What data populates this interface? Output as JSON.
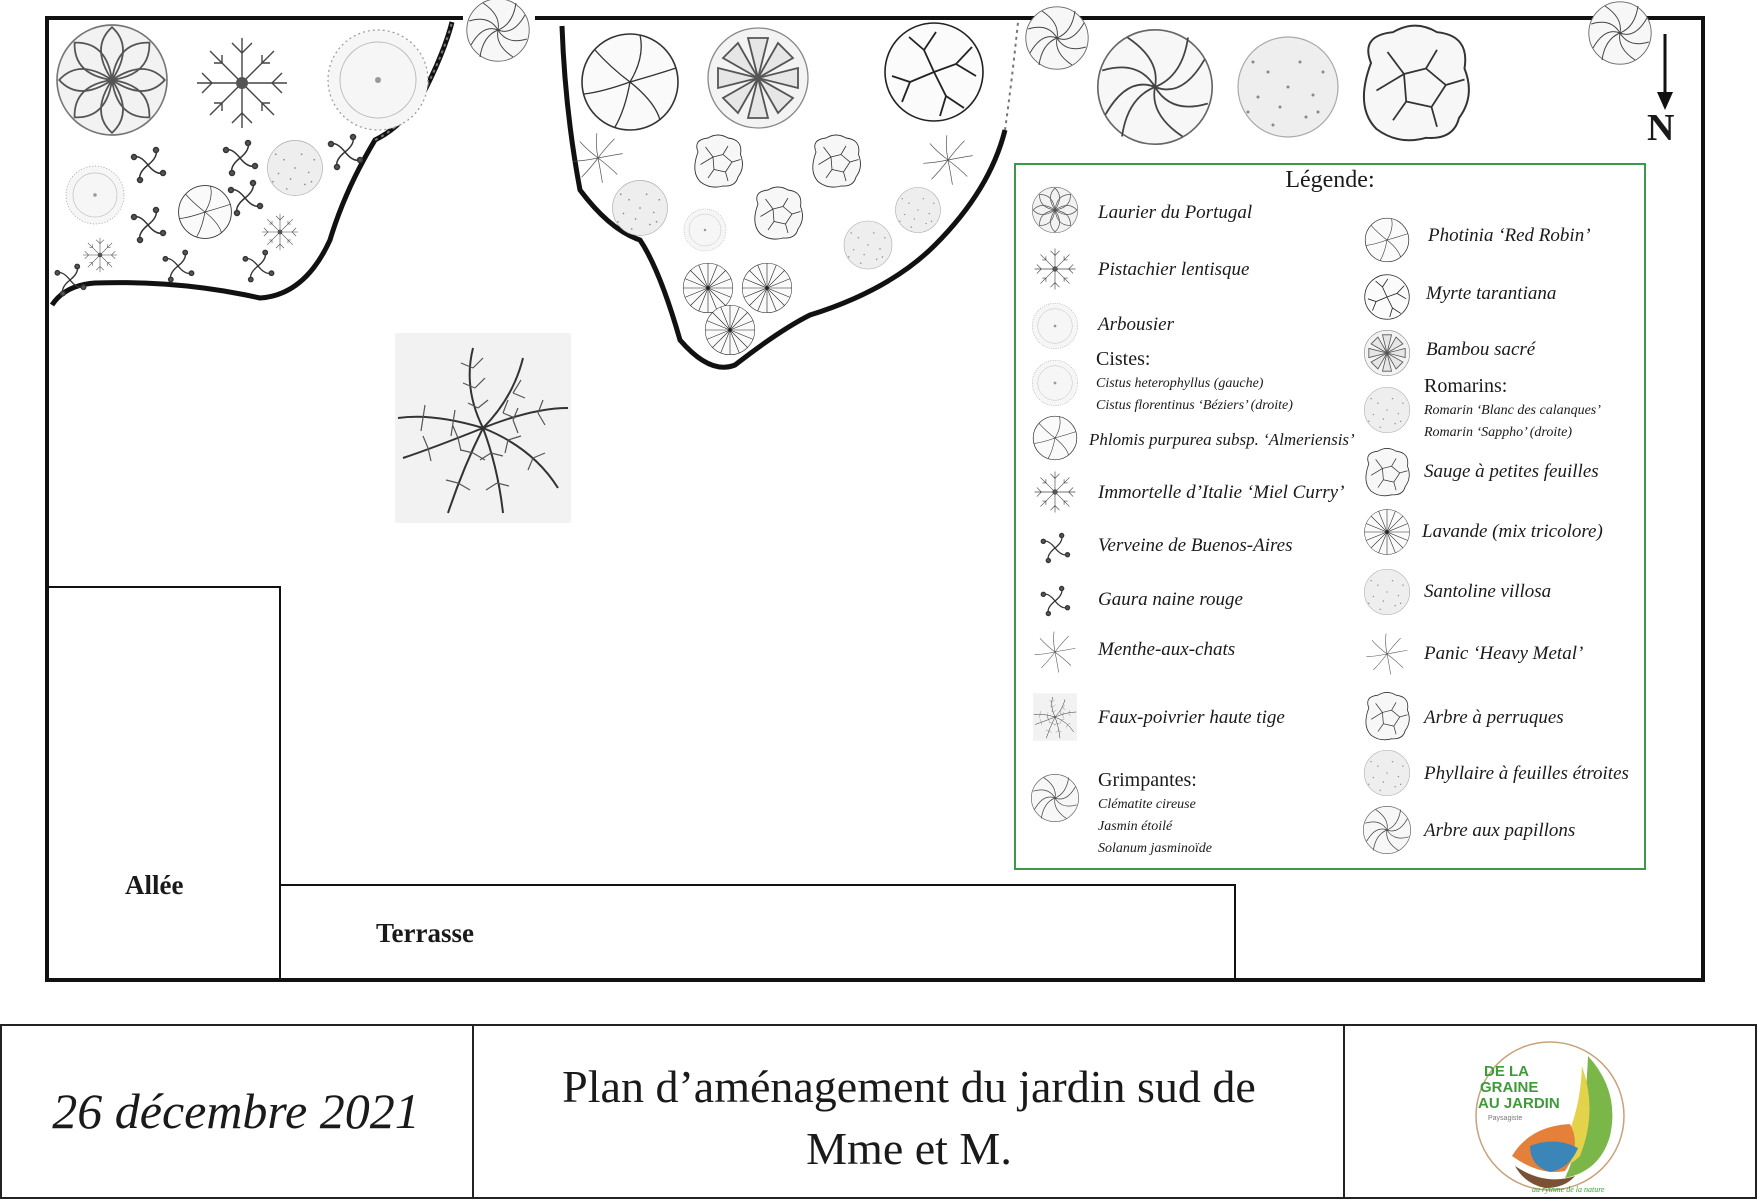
{
  "plan": {
    "north_label": "N",
    "zones": {
      "allee": "Allée",
      "terrasse": "Terrasse"
    }
  },
  "legend": {
    "title": "Légende:",
    "left_column": [
      {
        "label": "Laurier du Portugal",
        "symbol": "laurier-icon"
      },
      {
        "label": "Pistachier lentisque",
        "symbol": "pistachier-icon"
      },
      {
        "label": "Arbousier",
        "symbol": "arbousier-icon"
      },
      {
        "label": "Cistes:",
        "symbol": "ciste-icon",
        "subs": [
          "Cistus heterophyllus (gauche)",
          "Cistus florentinus ‘Béziers’ (droite)"
        ]
      },
      {
        "label": "Phlomis purpurea subsp. ‘Almeriensis’",
        "symbol": "phlomis-icon"
      },
      {
        "label": "Immortelle d’Italie ‘Miel Curry’",
        "symbol": "immortelle-icon"
      },
      {
        "label": "Verveine de Buenos-Aires",
        "symbol": "verveine-icon"
      },
      {
        "label": "Gaura naine rouge",
        "symbol": "gaura-icon"
      },
      {
        "label": "Menthe-aux-chats",
        "symbol": "menthe-icon"
      },
      {
        "label": "Faux-poivrier haute tige",
        "symbol": "faux-poivrier-icon"
      },
      {
        "label": "Grimpantes:",
        "symbol": "grimpante-icon",
        "subs": [
          "Clématite cireuse",
          "Jasmin étoilé",
          "Solanum jasminoïde"
        ]
      }
    ],
    "right_column": [
      {
        "label": "Photinia ‘Red Robin’",
        "symbol": "photinia-icon"
      },
      {
        "label": "Myrte tarantiana",
        "symbol": "myrte-icon"
      },
      {
        "label": "Bambou sacré",
        "symbol": "bambou-icon"
      },
      {
        "label": "Romarins:",
        "symbol": "romarin-icon",
        "subs": [
          "Romarin ‘Blanc des calanques’",
          "Romarin ‘Sappho’ (droite)"
        ]
      },
      {
        "label": "Sauge à petites feuilles",
        "symbol": "sauge-icon"
      },
      {
        "label": "Lavande (mix tricolore)",
        "symbol": "lavande-icon"
      },
      {
        "label": "Santoline villosa",
        "symbol": "santoline-icon"
      },
      {
        "label": "Panic ‘Heavy Metal’",
        "symbol": "panic-icon"
      },
      {
        "label": "Arbre à perruques",
        "symbol": "arbre-perruques-icon"
      },
      {
        "label": "Phyllaire à feuilles étroites",
        "symbol": "phyllaire-icon"
      },
      {
        "label": "Arbre aux papillons",
        "symbol": "arbre-papillons-icon"
      }
    ]
  },
  "footer": {
    "date": "26 décembre 2021",
    "title_line1": "Plan d’aménagement du jardin sud de",
    "title_line2": "Mme et M.",
    "logo_text_line1": "DE LA",
    "logo_text_line2": "GRAINE",
    "logo_text_line3": "AU JARDIN",
    "logo_small": "Paysagiste",
    "logo_arc": "au rythme de la nature"
  }
}
